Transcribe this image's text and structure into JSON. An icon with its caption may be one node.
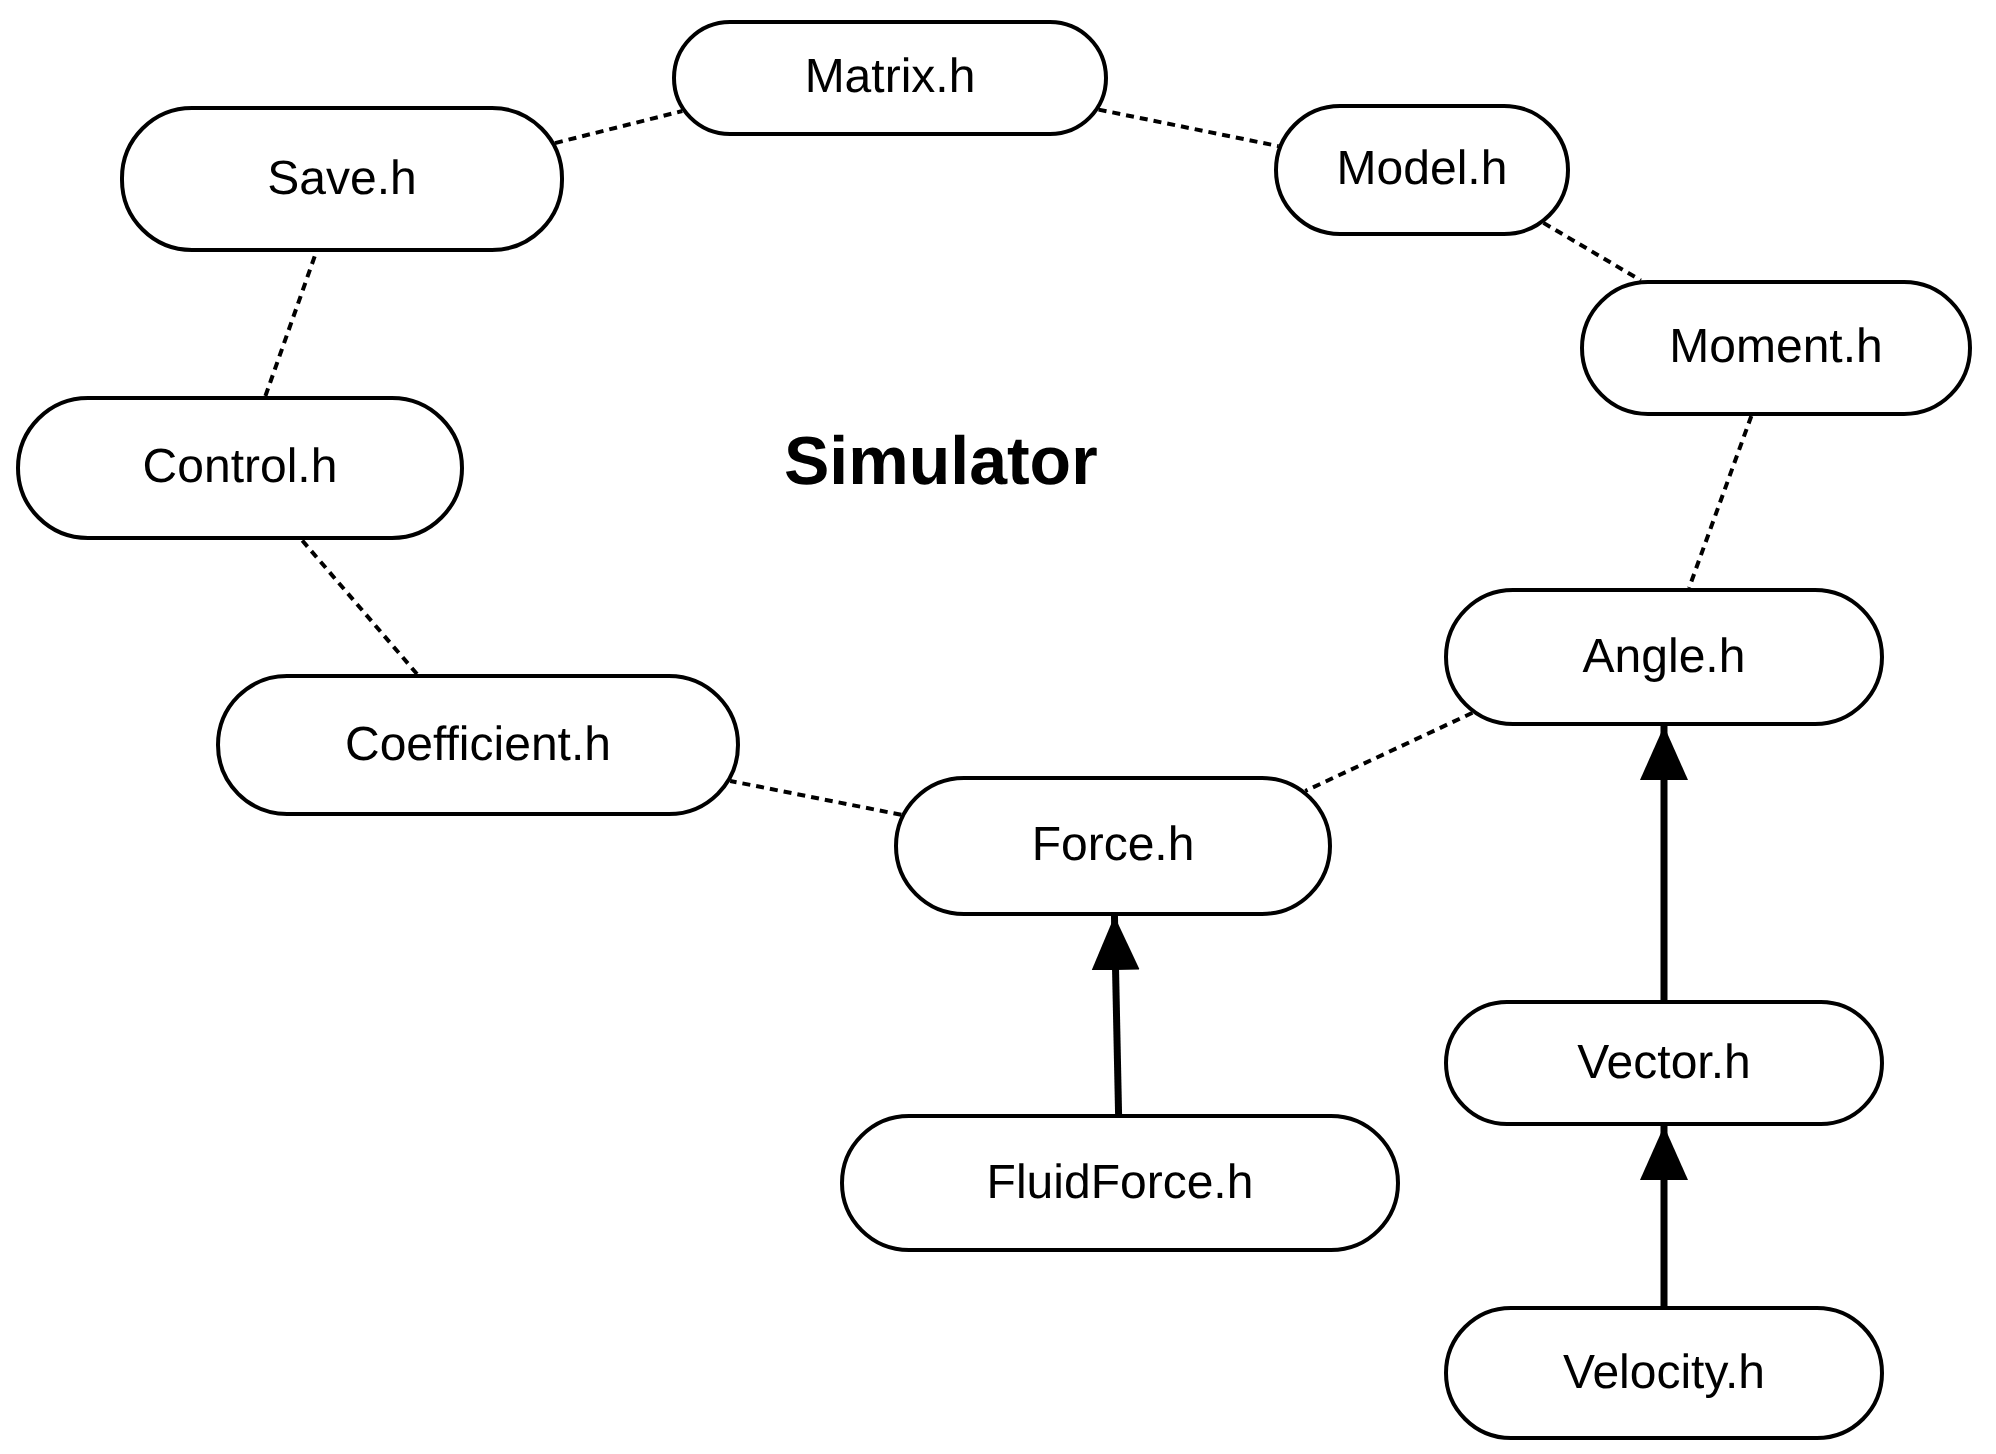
{
  "diagram": {
    "title": "Simulator",
    "nodes": [
      {
        "text": [
          "Matrix.h"
        ]
      },
      {
        "text": [
          "Model.h"
        ]
      },
      {
        "text": [
          "Save.h"
        ]
      },
      {
        "text": [
          "Moment.h"
        ]
      },
      {
        "text": [
          "Control.h"
        ]
      },
      {
        "text": [
          "Angle.h"
        ]
      },
      {
        "text": [
          "Coefficient.h"
        ]
      },
      {
        "text": [
          "Force.h"
        ]
      },
      {
        "text": [
          "Vector.h"
        ]
      },
      {
        "text": [
          "FluidForce.h"
        ]
      },
      {
        "text": [
          "Velocity.h"
        ]
      }
    ],
    "edges": [
      {
        "from": 2,
        "to": 0,
        "arrow": "none",
        "style": "dashed"
      },
      {
        "from": 0,
        "to": 1,
        "arrow": "none",
        "style": "dashed"
      },
      {
        "from": 1,
        "to": 3,
        "arrow": "none",
        "style": "dashed"
      },
      {
        "from": 3,
        "to": 5,
        "arrow": "none",
        "style": "dashed"
      },
      {
        "from": 5,
        "to": 7,
        "arrow": "none",
        "style": "dashed"
      },
      {
        "from": 7,
        "to": 6,
        "arrow": "none",
        "style": "dashed"
      },
      {
        "from": 6,
        "to": 4,
        "arrow": "none",
        "style": "dashed"
      },
      {
        "from": 4,
        "to": 2,
        "arrow": "none",
        "style": "dashed"
      },
      {
        "from": 9,
        "to": 7,
        "arrow": "to"
      },
      {
        "from": 8,
        "to": 5,
        "arrow": "to"
      },
      {
        "from": 10,
        "to": 8,
        "arrow": "to"
      }
    ]
  }
}
